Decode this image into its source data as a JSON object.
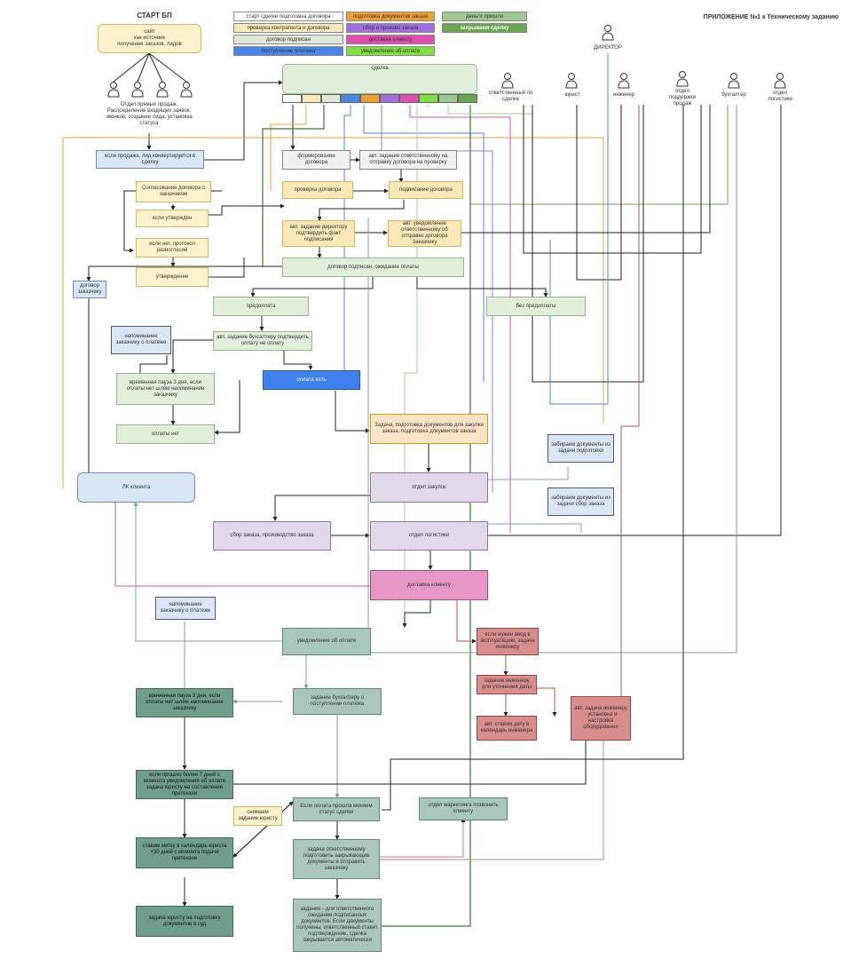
{
  "header": {
    "start": "СТАРТ БП",
    "appendix": "ПРИЛОЖЕНИЕ №1 к Техническому заданию"
  },
  "legend": [
    {
      "label": "старт сделки подготовка договора",
      "color": "#ffffff"
    },
    {
      "label": "подготовка документов заказа",
      "color": "#f0a030"
    },
    {
      "label": "деньги пришли",
      "color": "#9fc88f"
    },
    {
      "label": "проверка контрагента и договора",
      "color": "#fbe8b8"
    },
    {
      "label": "сбор и произво заказа",
      "color": "#a070e0"
    },
    {
      "label": "закрываем сделку",
      "color": "#6aa84f"
    },
    {
      "label": "договор подписан",
      "color": "#dfe8d8"
    },
    {
      "label": "доставка клиенту",
      "color": "#e04fb0"
    },
    {
      "label": "поступление платежа",
      "color": "#4a86e8"
    },
    {
      "label": "уведомление об оплате",
      "color": "#7fe040"
    }
  ],
  "deal": {
    "title": "сделка",
    "segments": [
      "#ffffff",
      "#fbe8b8",
      "#dfe8d8",
      "#4a86e8",
      "#f0a030",
      "#a070e0",
      "#e04fb0",
      "#7fe040",
      "#9fc88f",
      "#6aa84f"
    ]
  },
  "roles": {
    "director": "ДИРЕКТОР",
    "responsible": "ответственный по сделке",
    "lawyer": "юрист",
    "engineer": "инженер",
    "support": "отдел поддержки продаж",
    "accountant": "бухгалтер",
    "logistics": "отдел логистики"
  },
  "nodes": {
    "site": "сайт\nкак источник\nполучения заказов, лидов",
    "sales_dept": "Отдел прямых продаж.\nРаспределение входящих заявок,\nзвонков, создание лида, установка\nстатуса",
    "lead_convert": "если продажа, лид конвертируется в сделку",
    "form_contract": "формирование договора",
    "task_responsible": "авт. задание ответственному на отправку договора на проверку",
    "check_contract": "проверка договора",
    "sign_contract": "подписание договора",
    "approve_client": "Согласование договора с заказчиком",
    "if_approved": "если утвержден",
    "if_not": "если нет, протокол разногласий",
    "approval": "утверждение",
    "task_director": "авт. задание директору подтвердить факт подписания",
    "notify_responsible": "авт. уведомление ответственному об отправке договора Заказчику",
    "signed_wait": "договор подписан, ожидание оплаты",
    "client_contract": "договор заказчику",
    "prepayment": "предоплата",
    "no_prepayment": "без предоплаты",
    "task_accountant": "авт. задание бухгалтеру подтвердить оплату не оплату",
    "reminder1": "напоминание заказчику о платеже",
    "pause1": "временная пауза 3 дня, если оплаты нет шлём напоминание заказчику",
    "paid": "оплата есть",
    "unpaid": "оплаты нет",
    "task_docs": "Задача, подготовка документов для закупки заказа, подготовка документов заказа",
    "take_docs1": "забираем документы из задачи подготовки",
    "client_lk": "ЛК клиента",
    "purchasing": "отдел закупок",
    "take_docs2": "забираем документы из задачи сбор заказа",
    "assembly": "сбор заказа, производство заказа",
    "logistics_dept": "отдел логистики",
    "delivery": "доставка клиенту",
    "reminder2": "напоминание заказчику о платеже",
    "payment_notice": "уведомление об оплате",
    "need_engineer": "если нужен ввод в эксплуатацию, задача инженеру",
    "pause2": "временная пауза 3 дня, если оплаты нет шлём напоминание заказчику",
    "task_acc_payment": "задание бухгалтеру о поступлении платежа",
    "task_engineer_date": "задание инженеру для уточнения даты",
    "auto_task_engineer": "авт. задача инженеру - установка и настройка оборудования",
    "date_calendar": "авт. ставим дату в календарь инженера",
    "seven_days": "если прошло более 7 дней с момента уведомления об оплате задача юристу на составление претензии",
    "remove_task": "снимаем задание юристу",
    "status_change": "Если оплата прошла меняем статус сделки",
    "marketing": "отдел маркетинга позвонить клиенту",
    "calendar_lawyer": "ставим метку в календарь юриста +30 дней с момента подачи претензии",
    "closing_docs": "задача ответственному подготовить закрывающие документы и отправить заказчику",
    "lawyer_court": "задача юристу на подготовку документов в суд",
    "final_task": "задание - для ответственного ожидание подписанных документов. Если документы получены, ответственный ставит подтверждение, сделка закрывается автоматически"
  }
}
